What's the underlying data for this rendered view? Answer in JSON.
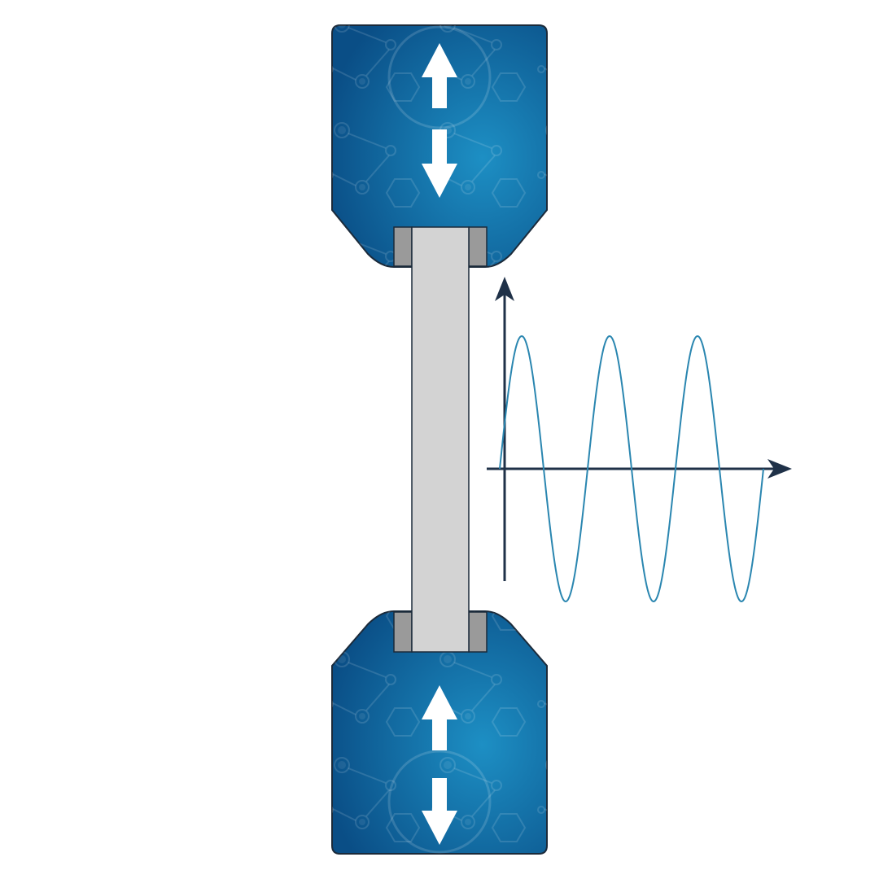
{
  "diagram": {
    "colors": {
      "grip_dark": "#0a4e86",
      "grip_light": "#1d8fc4",
      "grip_outline": "#1b2a3a",
      "specimen": "#d3d3d3",
      "specimen_outline": "#1b2a3a",
      "jaw_pad": "#9a9a9a",
      "arrow": "#ffffff",
      "axis": "#1f3148",
      "wave": "#2a86b0",
      "background": "#ffffff"
    },
    "icons": {
      "top_grip_up": "arrow-up-icon",
      "top_grip_down": "arrow-down-icon",
      "bottom_grip_up": "arrow-up-icon",
      "bottom_grip_down": "arrow-down-icon",
      "y_axis_head": "arrow-head-icon",
      "x_axis_head": "arrow-head-icon"
    },
    "waveform": {
      "type": "sine",
      "cycles": 3,
      "starts_at_zero": true,
      "amplitude_relative": 1.0
    },
    "motion": "cyclic-tension-compression"
  }
}
